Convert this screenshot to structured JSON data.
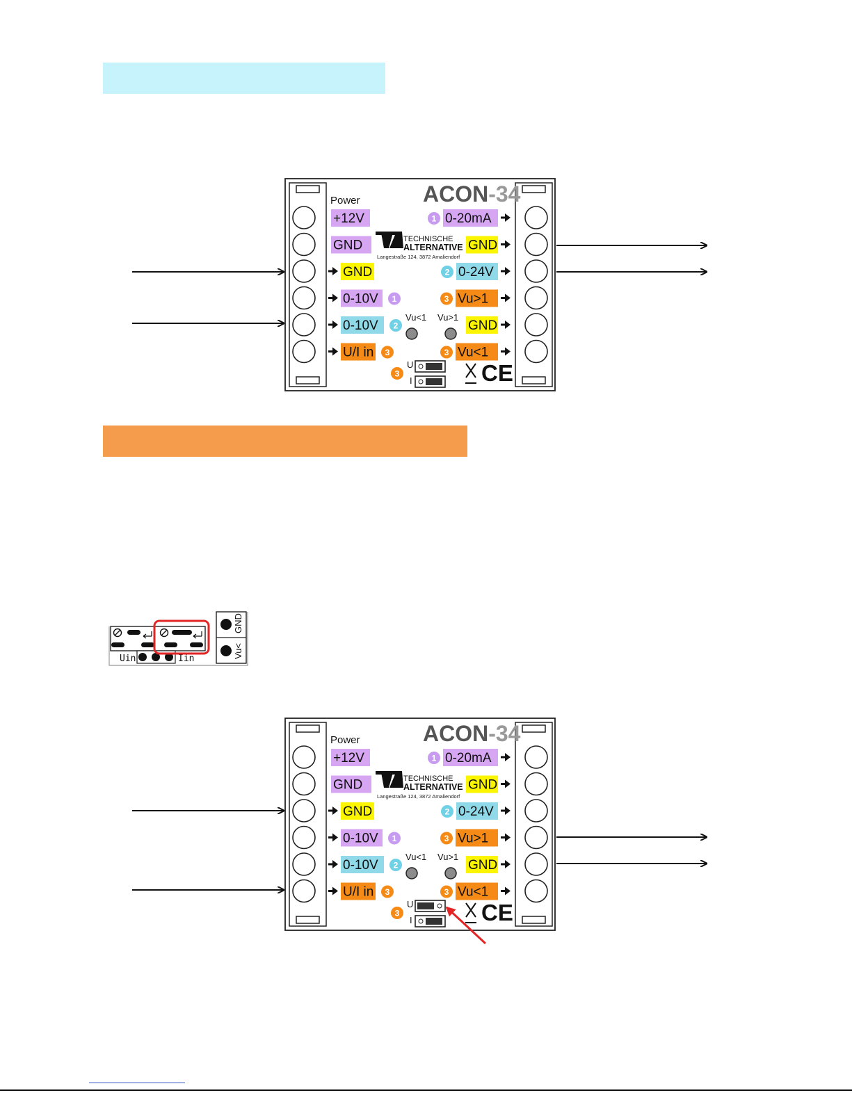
{
  "colors": {
    "section1_band": "#c7f4fc",
    "section2_band": "#f59c4c",
    "violet_label": "#d6a6f2",
    "yellow_label": "#fbf500",
    "cyan_label": "#8fd9e8",
    "orange_label": "#f58a17",
    "circle_violet": "#c79cf0",
    "circle_cyan": "#6fd0e6",
    "circle_orange": "#f58a17",
    "highlight_red": "#e22626"
  },
  "device": {
    "name_part1": "ACON",
    "name_part2": "-34",
    "power_label": "Power",
    "left_terminals": [
      {
        "label": "+12V",
        "color": "violet",
        "marker": ""
      },
      {
        "label": "GND",
        "color": "violet",
        "marker": ""
      },
      {
        "label": "GND",
        "color": "yellow",
        "marker": ""
      },
      {
        "label": "0-10V",
        "color": "violet",
        "marker": "1"
      },
      {
        "label": "0-10V",
        "color": "cyan",
        "marker": "2"
      },
      {
        "label": "U/I in",
        "color": "orange",
        "marker": "3"
      }
    ],
    "right_terminals": [
      {
        "label": "0-20mA",
        "color": "violet",
        "marker": "1"
      },
      {
        "label": "GND",
        "color": "yellow",
        "marker": ""
      },
      {
        "label": "0-24V",
        "color": "cyan",
        "marker": "2"
      },
      {
        "label": "Vu>1",
        "color": "orange",
        "marker": "3"
      },
      {
        "label": "GND",
        "color": "yellow",
        "marker": ""
      },
      {
        "label": "Vu<1",
        "color": "orange",
        "marker": "3"
      }
    ],
    "led_left_label": "Vu<1",
    "led_right_label": "Vu>1",
    "logo_line1": "TECHNISCHE",
    "logo_line2": "ALTERNATIVE",
    "logo_address": "Langestraße 124, 3872 Amaliendorf",
    "jumper_upper": "U",
    "jumper_lower": "I",
    "jumper_marker": "3",
    "ce_mark": "CE"
  },
  "detail": {
    "uin": "Uin",
    "iin": "Iin",
    "gnd": "GND",
    "vu": "Vu<"
  }
}
